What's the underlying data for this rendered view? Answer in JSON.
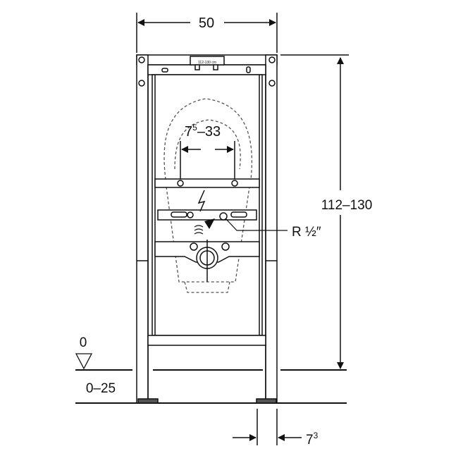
{
  "drawing": {
    "width_label": "50",
    "height_label": "112–130",
    "bowl_spacing_base": "7",
    "bowl_spacing_sup": "5",
    "bowl_spacing_rest": "–33",
    "connection_label": "R ½″",
    "floor_level_label": "0",
    "floor_range_label": "0–25",
    "foot_offset_base": "7",
    "foot_offset_sup": "3",
    "plate_label": "112-130 cm"
  },
  "colors": {
    "line": "#111111",
    "dashed": "#555555"
  }
}
